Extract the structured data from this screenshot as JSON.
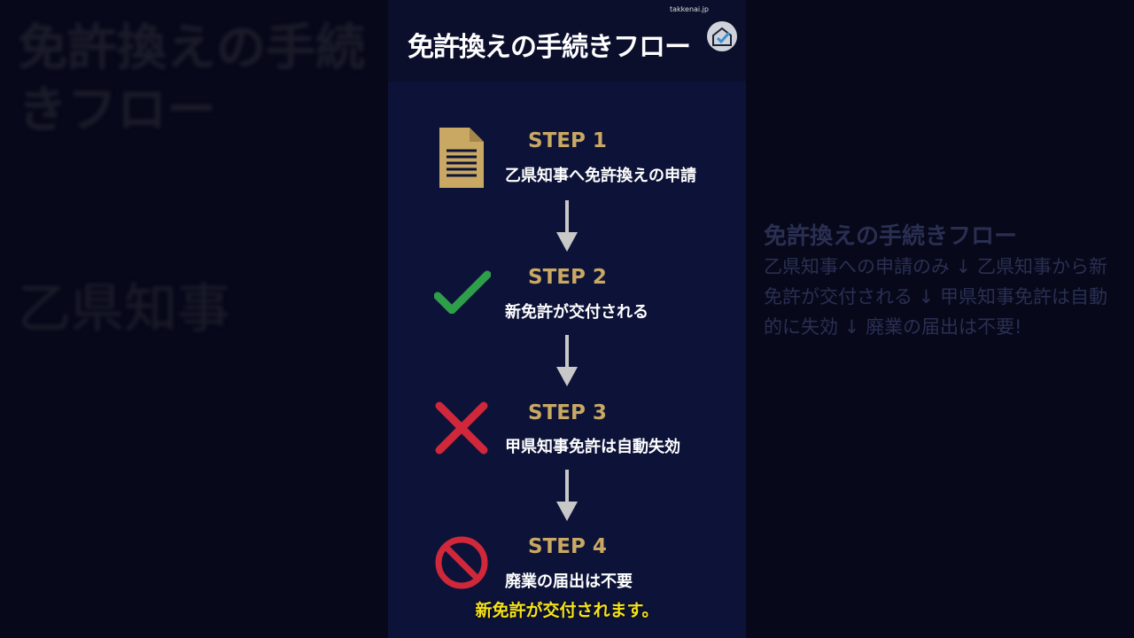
{
  "title": "免許換えの手続きフロー",
  "logo_text": "takkenai.jp",
  "ghost": {
    "title": "免許換えの手続きフロー",
    "body": "乙県知事への申請のみ ↓ 乙県知事から新免許が交付される ↓ 甲県知事免許は自動的に失効 ↓ 廃業の届出は不要!"
  },
  "steps": [
    {
      "label": "STEP 1",
      "text": "乙県知事へ免許換えの申請",
      "icon": "document-icon"
    },
    {
      "label": "STEP 2",
      "text": "新免許が交付される",
      "icon": "check-icon"
    },
    {
      "label": "STEP 3",
      "text": "甲県知事免許は自動失効",
      "icon": "cross-icon"
    },
    {
      "label": "STEP 4",
      "text": "廃業の届出は不要",
      "icon": "prohibited-icon"
    }
  ],
  "caption": "新免許が交付されます。",
  "colors": {
    "gold": "#c9a863",
    "green": "#2e9e4a",
    "red": "#d0283a",
    "panel": "#0d1338"
  }
}
